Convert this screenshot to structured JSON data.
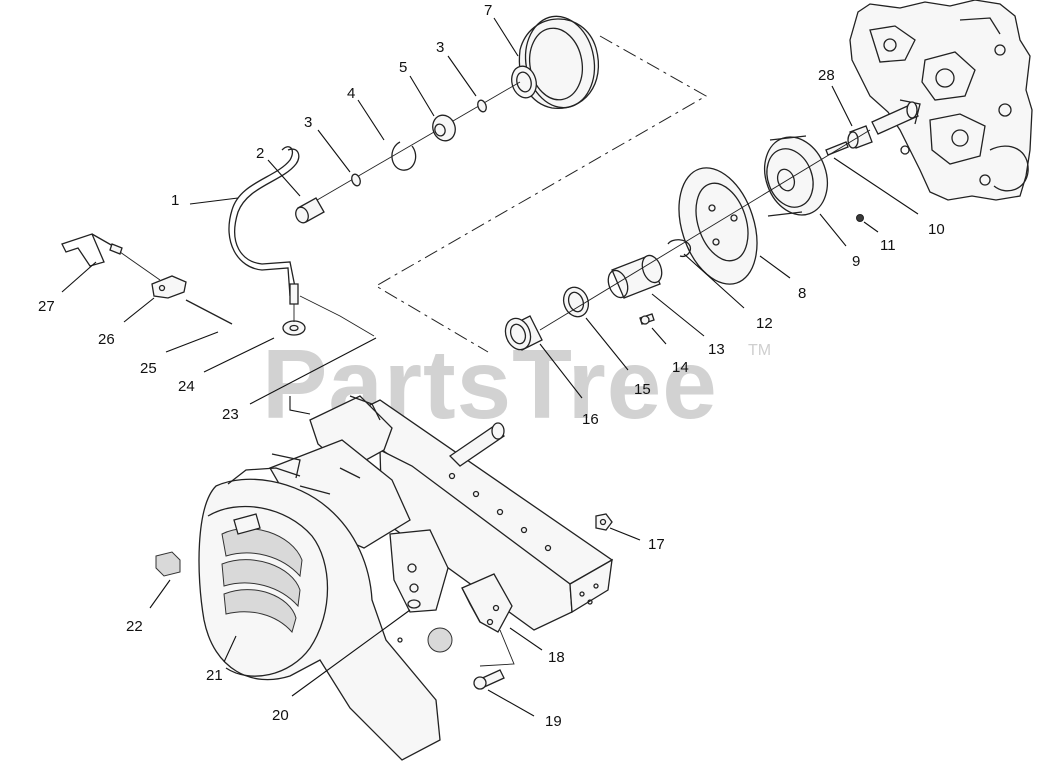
{
  "watermark": {
    "text": "PartsTree",
    "trademark": "TM"
  },
  "callouts": [
    {
      "id": "c1",
      "label": "1"
    },
    {
      "id": "c2",
      "label": "2"
    },
    {
      "id": "c3a",
      "label": "3"
    },
    {
      "id": "c4",
      "label": "4"
    },
    {
      "id": "c5",
      "label": "5"
    },
    {
      "id": "c3b",
      "label": "3"
    },
    {
      "id": "c7",
      "label": "7"
    },
    {
      "id": "c28",
      "label": "28"
    },
    {
      "id": "c10",
      "label": "10"
    },
    {
      "id": "c11",
      "label": "11"
    },
    {
      "id": "c9",
      "label": "9"
    },
    {
      "id": "c8",
      "label": "8"
    },
    {
      "id": "c12",
      "label": "12"
    },
    {
      "id": "c13",
      "label": "13"
    },
    {
      "id": "c14",
      "label": "14"
    },
    {
      "id": "c15",
      "label": "15"
    },
    {
      "id": "c16",
      "label": "16"
    },
    {
      "id": "c27",
      "label": "27"
    },
    {
      "id": "c26",
      "label": "26"
    },
    {
      "id": "c25",
      "label": "25"
    },
    {
      "id": "c24",
      "label": "24"
    },
    {
      "id": "c23",
      "label": "23"
    },
    {
      "id": "c17",
      "label": "17"
    },
    {
      "id": "c18",
      "label": "18"
    },
    {
      "id": "c19",
      "label": "19"
    },
    {
      "id": "c20",
      "label": "20"
    },
    {
      "id": "c21",
      "label": "21"
    },
    {
      "id": "c22",
      "label": "22"
    }
  ]
}
